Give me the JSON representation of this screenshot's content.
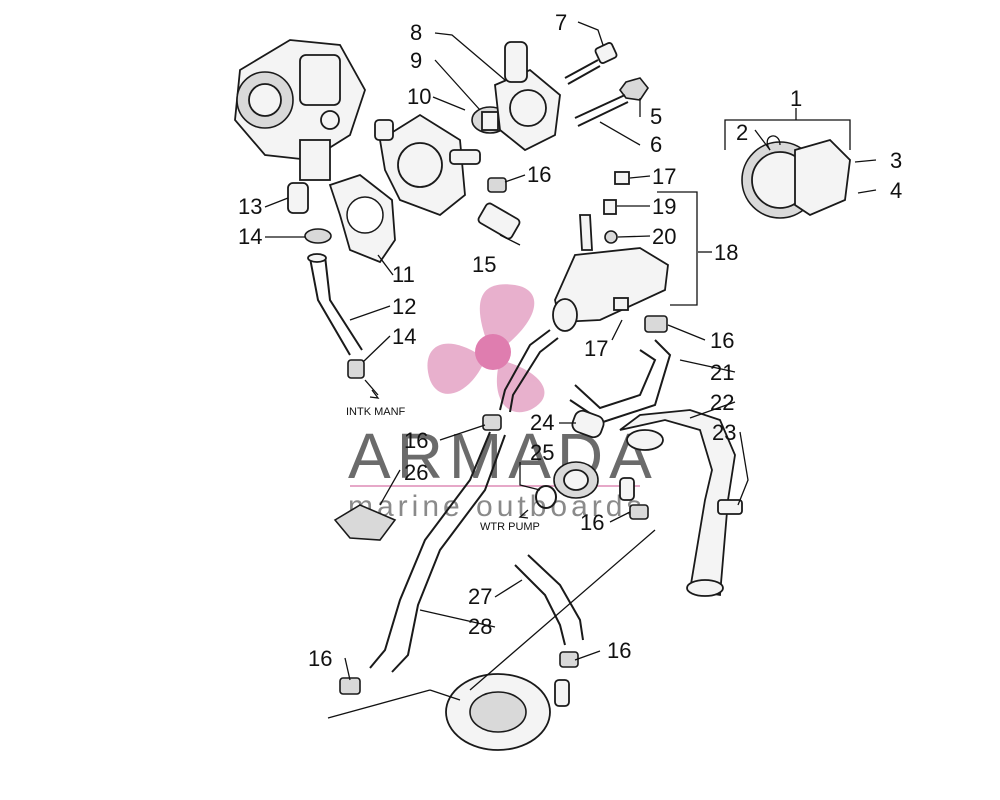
{
  "labels": {
    "n1": "1",
    "n2": "2",
    "n3": "3",
    "n4": "4",
    "n5": "5",
    "n6": "6",
    "n7": "7",
    "n8": "8",
    "n9": "9",
    "n10": "10",
    "n11": "11",
    "n12": "12",
    "n13": "13",
    "n14": "14",
    "n15": "15",
    "n16": "16",
    "n17": "17",
    "n18": "18",
    "n19": "19",
    "n20": "20",
    "n21": "21",
    "n22": "22",
    "n23": "23",
    "n24": "24",
    "n25": "25",
    "n26": "26",
    "n27": "27",
    "n28": "28"
  },
  "notes": {
    "intake": "INTK MANF",
    "pump": "WTR PUMP"
  },
  "watermark": {
    "brand": "ARMADA",
    "tagline": "marine outboards",
    "accent_color": "#e6a8c8",
    "text_color": "#6b6b6b"
  }
}
